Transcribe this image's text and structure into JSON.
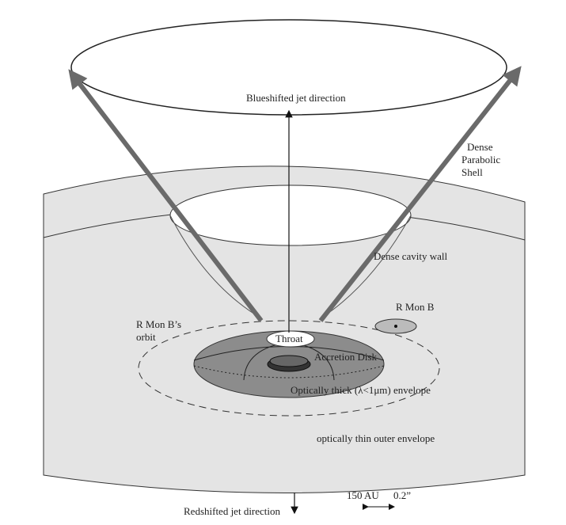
{
  "labels": {
    "blueshifted": "Blueshifted jet direction",
    "redshifted": "Redshifted jet direction",
    "shell_1": "Dense",
    "shell_2": "Parabolic",
    "shell_3": "Shell",
    "cavity_wall": "Dense cavity wall",
    "rmonb": "R Mon B",
    "orbit_1": "R Mon B’s",
    "orbit_2": "orbit",
    "throat": "Throat",
    "accretion_disk": "Accretion Disk",
    "thick_envelope": "Optically thick (λ<1μm) envelope",
    "thin_envelope": "optically thin outer envelope",
    "scale_au": "150 AU",
    "scale_arcsec": "0.2”"
  },
  "colors": {
    "outer_envelope": "#e4e4e4",
    "inner_envelope": "#8c8c8c",
    "jet_arrow": "#6a6a6a"
  }
}
